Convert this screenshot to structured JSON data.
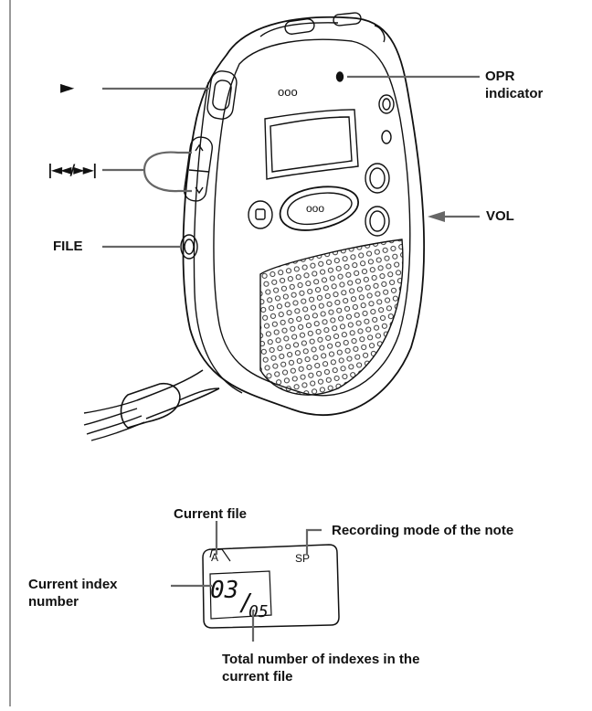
{
  "labels": {
    "play_symbol": "►",
    "skip_symbol": "|◄◄/►►|",
    "file": "FILE",
    "opr_indicator_line1": "OPR",
    "opr_indicator_line2": "indicator",
    "vol": "VOL",
    "current_file": "Current file",
    "recording_mode": "Recording mode of the note",
    "current_index_line1": "Current index",
    "current_index_line2": "number",
    "total_indexes_line1": "Total number of indexes in the",
    "total_indexes_line2": "current file"
  },
  "display": {
    "file_letter": "A",
    "mode": "SP",
    "index_number": "03",
    "separator": "/",
    "total_number": "05"
  },
  "device": {
    "speaker_grille_label": "ooo",
    "jog_label": "ooo"
  }
}
